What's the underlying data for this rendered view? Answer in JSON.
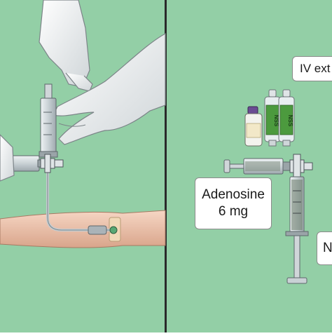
{
  "labels": {
    "iv_extension": "IV ext",
    "adenosine_line1": "Adenosine",
    "adenosine_line2": "6 mg",
    "right_partial": "N"
  },
  "vials": {
    "saline_label": "NSS"
  },
  "colors": {
    "background_green": "#93cfa6",
    "divider": "#2a2a2a",
    "glove": "#eceeef",
    "skin": "#edc4ae",
    "tape": "#f1d9b8",
    "syringe": "#d6dcdf",
    "adenosine_syringe_fluid": "#6b7c6a",
    "saline_vial_label": "#4c9a3e",
    "adenosine_cap": "#6a4c93"
  }
}
